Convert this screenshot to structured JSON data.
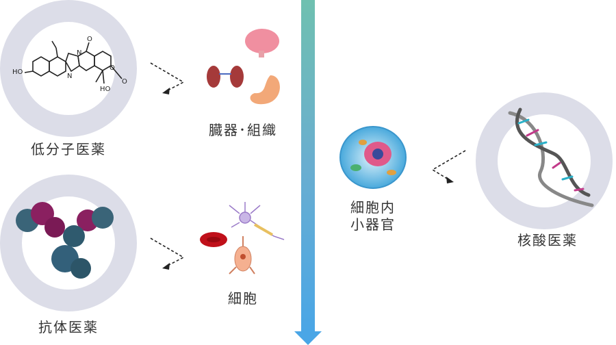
{
  "labels": {
    "small_molecule": "低分子医薬",
    "antibody": "抗体医薬",
    "nucleic_acid": "核酸医薬",
    "organs_tissues": "臓器･組織",
    "cells": "細胞",
    "organelle_line1": "細胞内",
    "organelle_line2": "小器官"
  },
  "molecule_text": {
    "ho1": "HO",
    "ho2": "HO",
    "n1": "N",
    "n2": "N",
    "o1": "O",
    "o2": "O",
    "o3": "O"
  },
  "colors": {
    "ring": "#d9dbe6",
    "arrow_top": "#6fc0b0",
    "arrow_bottom": "#4aa6e6",
    "text": "#333333"
  }
}
